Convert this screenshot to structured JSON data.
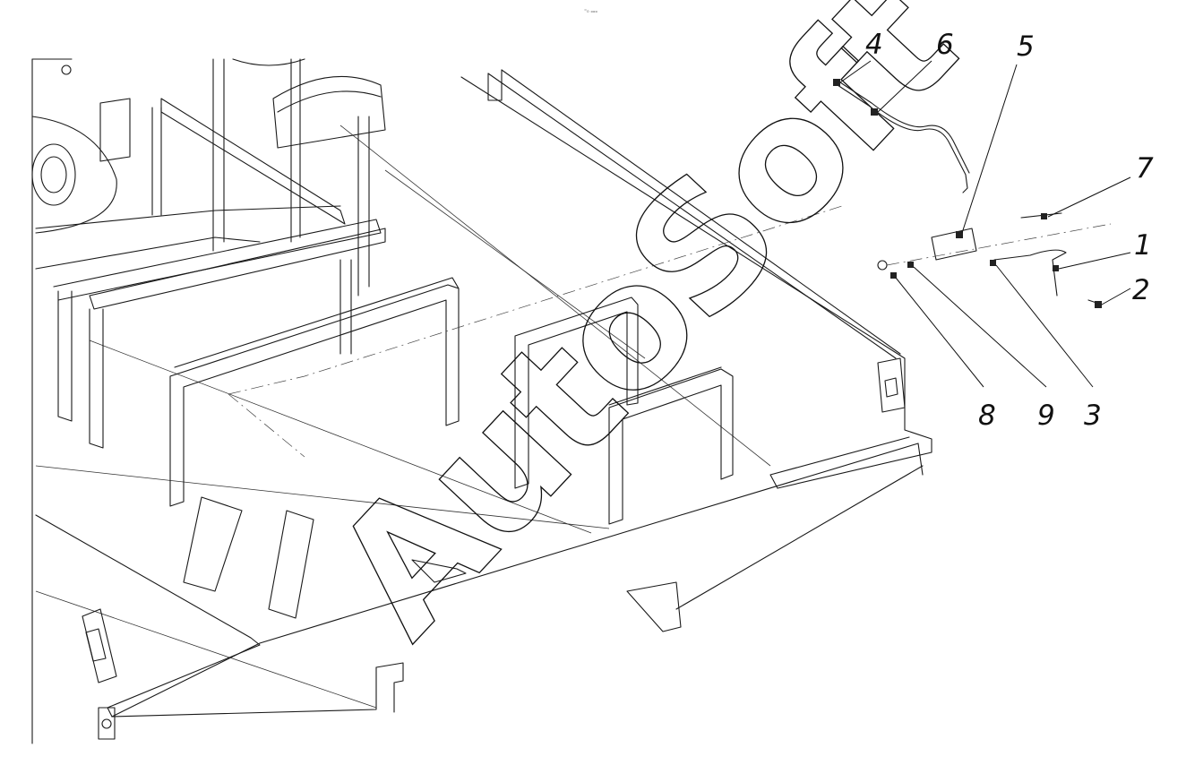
{
  "header_mark": "⁼₀ ₒₒₒ",
  "watermark": "AutoSoft",
  "callouts": [
    {
      "num": "4"
    },
    {
      "num": "6"
    },
    {
      "num": "5"
    },
    {
      "num": "7"
    },
    {
      "num": "1"
    },
    {
      "num": "2"
    },
    {
      "num": "8"
    },
    {
      "num": "9"
    },
    {
      "num": "3"
    }
  ]
}
